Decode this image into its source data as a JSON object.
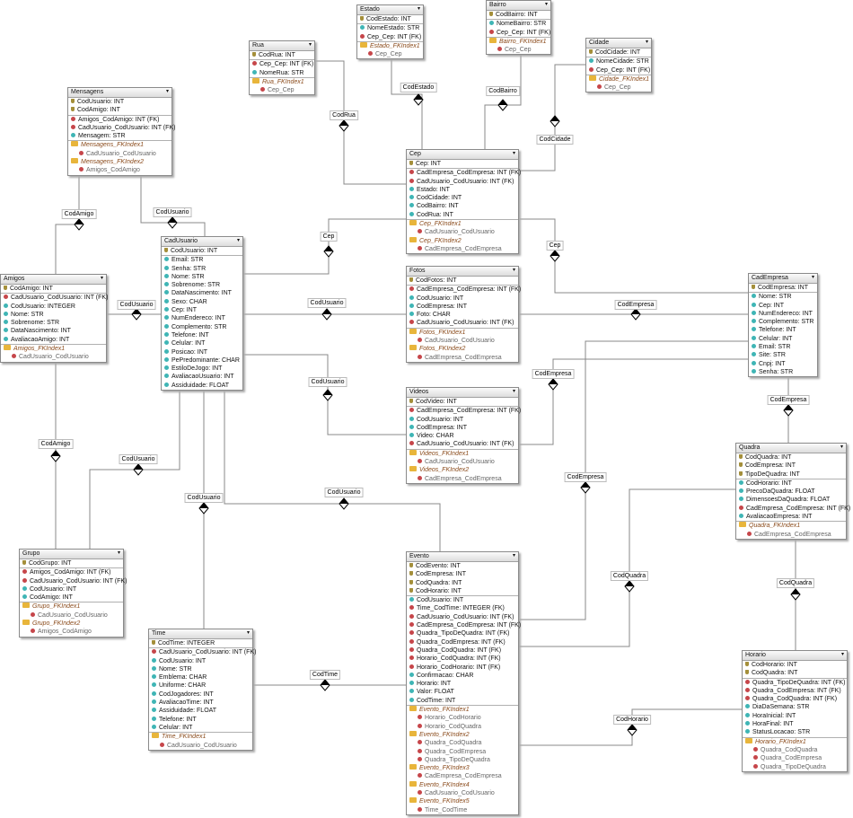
{
  "tables": [
    {
      "name": "Estado",
      "pk": [
        "CodEstado: INT"
      ],
      "attrs": [
        {
          "n": "NomeEstado: STR",
          "t": "a"
        },
        {
          "n": "Cep_Cep: INT (FK)",
          "t": "f"
        }
      ],
      "indexes": [
        {
          "name": "Estado_FKIndex1",
          "cols": [
            "Cep_Cep"
          ]
        }
      ]
    },
    {
      "name": "Bairro",
      "pk": [
        "CodBairro: INT"
      ],
      "attrs": [
        {
          "n": "NomeBairro: STR",
          "t": "a"
        },
        {
          "n": "Cep_Cep: INT (FK)",
          "t": "f"
        }
      ],
      "indexes": [
        {
          "name": "Bairro_FKIndex1",
          "cols": [
            "Cep_Cep"
          ]
        }
      ]
    },
    {
      "name": "Rua",
      "pk": [
        "CodRua: INT"
      ],
      "attrs": [
        {
          "n": "Cep_Cep: INT (FK)",
          "t": "f"
        },
        {
          "n": "NomeRua: STR",
          "t": "a"
        }
      ],
      "indexes": [
        {
          "name": "Rua_FKIndex1",
          "cols": [
            "Cep_Cep"
          ]
        }
      ]
    },
    {
      "name": "Cidade",
      "pk": [
        "CodCidade: INT"
      ],
      "attrs": [
        {
          "n": "NomeCidade: STR",
          "t": "a"
        },
        {
          "n": "Cep_Cep: INT (FK)",
          "t": "f"
        }
      ],
      "indexes": [
        {
          "name": "Cidade_FKIndex1",
          "cols": [
            "Cep_Cep"
          ]
        }
      ]
    },
    {
      "name": "Mensagens",
      "pk": [
        "CodUsuario: INT",
        "CodAmigo: INT"
      ],
      "attrs": [
        {
          "n": "Amigos_CodAmigo: INT (FK)",
          "t": "f"
        },
        {
          "n": "CadUsuario_CodUsuario: INT (FK)",
          "t": "f"
        },
        {
          "n": "Mensagem: STR",
          "t": "a"
        }
      ],
      "indexes": [
        {
          "name": "Mensagens_FKIndex1",
          "cols": [
            "CadUsuario_CodUsuario"
          ]
        },
        {
          "name": "Mensagens_FKIndex2",
          "cols": [
            "Amigos_CodAmigo"
          ]
        }
      ]
    },
    {
      "name": "Cep",
      "pk": [
        "Cep: INT"
      ],
      "attrs": [
        {
          "n": "CadEmpresa_CodEmpresa: INT (FK)",
          "t": "f"
        },
        {
          "n": "CadUsuario_CodUsuario: INT (FK)",
          "t": "f"
        },
        {
          "n": "Estado: INT",
          "t": "a"
        },
        {
          "n": "CodCidade: INT",
          "t": "a"
        },
        {
          "n": "CodBairro: INT",
          "t": "a"
        },
        {
          "n": "CodRua: INT",
          "t": "a"
        }
      ],
      "indexes": [
        {
          "name": "Cep_FKIndex1",
          "cols": [
            "CadUsuario_CodUsuario"
          ]
        },
        {
          "name": "Cep_FKIndex2",
          "cols": [
            "CadEmpresa_CodEmpresa"
          ]
        }
      ]
    },
    {
      "name": "CadUsuario",
      "pk": [
        "CodUsuario: INT"
      ],
      "attrs": [
        {
          "n": "Email: STR",
          "t": "a"
        },
        {
          "n": "Senha: STR",
          "t": "a"
        },
        {
          "n": "Nome: STR",
          "t": "a"
        },
        {
          "n": "Sobrenome: STR",
          "t": "a"
        },
        {
          "n": "DataNascimento: INT",
          "t": "a"
        },
        {
          "n": "Sexo: CHAR",
          "t": "a"
        },
        {
          "n": "Cep: INT",
          "t": "a"
        },
        {
          "n": "NumEndereco: INT",
          "t": "a"
        },
        {
          "n": "Complemento: STR",
          "t": "a"
        },
        {
          "n": "Telefone: INT",
          "t": "a"
        },
        {
          "n": "Celular: INT",
          "t": "a"
        },
        {
          "n": "Posicao: INT",
          "t": "a"
        },
        {
          "n": "PePredominante: CHAR",
          "t": "a"
        },
        {
          "n": "EstiloDeJogo: INT",
          "t": "a"
        },
        {
          "n": "AvaliacaoUsuario: INT",
          "t": "a"
        },
        {
          "n": "Assiduidade: FLOAT",
          "t": "a"
        }
      ],
      "indexes": []
    },
    {
      "name": "Amigos",
      "pk": [
        "CodAmigo: INT"
      ],
      "attrs": [
        {
          "n": "CadUsuario_CodUsuario: INT (FK)",
          "t": "f"
        },
        {
          "n": "CodUsuario: INTEGER",
          "t": "a"
        },
        {
          "n": "Nome: STR",
          "t": "a"
        },
        {
          "n": "Sobrenome: STR",
          "t": "a"
        },
        {
          "n": "DataNascimento: INT",
          "t": "a"
        },
        {
          "n": "AvaliacaoAmigo: INT",
          "t": "a"
        }
      ],
      "indexes": [
        {
          "name": "Amigos_FKIndex1",
          "cols": [
            "CadUsuario_CodUsuario"
          ]
        }
      ]
    },
    {
      "name": "Fotos",
      "pk": [
        "CodFotos: INT"
      ],
      "attrs": [
        {
          "n": "CadEmpresa_CodEmpresa: INT (FK)",
          "t": "f"
        },
        {
          "n": "CodUsuario: INT",
          "t": "a"
        },
        {
          "n": "CodEmpresa: INT",
          "t": "a"
        },
        {
          "n": "Foto: CHAR",
          "t": "a"
        },
        {
          "n": "CadUsuario_CodUsuario: INT (FK)",
          "t": "f"
        }
      ],
      "indexes": [
        {
          "name": "Fotos_FKIndex1",
          "cols": [
            "CadUsuario_CodUsuario"
          ]
        },
        {
          "name": "Fotos_FKIndex2",
          "cols": [
            "CadEmpresa_CodEmpresa"
          ]
        }
      ]
    },
    {
      "name": "Videos",
      "pk": [
        "CodVideo: INT"
      ],
      "attrs": [
        {
          "n": "CadEmpresa_CodEmpresa: INT (FK)",
          "t": "f"
        },
        {
          "n": "CodUsuario: INT",
          "t": "a"
        },
        {
          "n": "CodEmpresa: INT",
          "t": "a"
        },
        {
          "n": "Video: CHAR",
          "t": "a"
        },
        {
          "n": "CadUsuario_CodUsuario: INT (FK)",
          "t": "f"
        }
      ],
      "indexes": [
        {
          "name": "Videos_FKIndex1",
          "cols": [
            "CadUsuario_CodUsuario"
          ]
        },
        {
          "name": "Videos_FKIndex2",
          "cols": [
            "CadEmpresa_CodEmpresa"
          ]
        }
      ]
    },
    {
      "name": "CadEmpresa",
      "pk": [
        "CodEmpresa: INT"
      ],
      "attrs": [
        {
          "n": "Nome: STR",
          "t": "a"
        },
        {
          "n": "Cep: INT",
          "t": "a"
        },
        {
          "n": "NumEndereco: INT",
          "t": "a"
        },
        {
          "n": "Complemento: STR",
          "t": "a"
        },
        {
          "n": "Telefone: INT",
          "t": "a"
        },
        {
          "n": "Celular: INT",
          "t": "a"
        },
        {
          "n": "Email: STR",
          "t": "a"
        },
        {
          "n": "Site: STR",
          "t": "a"
        },
        {
          "n": "Cnpj: INT",
          "t": "a"
        },
        {
          "n": "Senha: STR",
          "t": "a"
        }
      ],
      "indexes": []
    },
    {
      "name": "Quadra",
      "pk": [
        "CodQuadra: INT",
        "CodEmpresa: INT",
        "TipoDeQuadra: INT"
      ],
      "attrs": [
        {
          "n": "CodHorario: INT",
          "t": "a"
        },
        {
          "n": "PrecoDaQuadra: FLOAT",
          "t": "a"
        },
        {
          "n": "DimensoesDaQuadra: FLOAT",
          "t": "a"
        },
        {
          "n": "CadEmpresa_CodEmpresa: INT (FK)",
          "t": "f"
        },
        {
          "n": "AvaliacaoEmpresa: INT",
          "t": "a"
        }
      ],
      "indexes": [
        {
          "name": "Quadra_FKIndex1",
          "cols": [
            "CadEmpresa_CodEmpresa"
          ]
        }
      ]
    },
    {
      "name": "Grupo",
      "pk": [
        "CodGrupo: INT"
      ],
      "attrs": [
        {
          "n": "Amigos_CodAmigo: INT (FK)",
          "t": "f"
        },
        {
          "n": "CadUsuario_CodUsuario: INT (FK)",
          "t": "f"
        },
        {
          "n": "CodUsuario: INT",
          "t": "a"
        },
        {
          "n": "CodAmigo: INT",
          "t": "a"
        }
      ],
      "indexes": [
        {
          "name": "Grupo_FKIndex1",
          "cols": [
            "CadUsuario_CodUsuario"
          ]
        },
        {
          "name": "Grupo_FKIndex2",
          "cols": [
            "Amigos_CodAmigo"
          ]
        }
      ]
    },
    {
      "name": "Time",
      "pk": [
        "CodTime: INTEGER"
      ],
      "attrs": [
        {
          "n": "CadUsuario_CodUsuario: INT (FK)",
          "t": "f"
        },
        {
          "n": "CodUsuario: INT",
          "t": "a"
        },
        {
          "n": "Nome: STR",
          "t": "a"
        },
        {
          "n": "Emblema: CHAR",
          "t": "a"
        },
        {
          "n": "Uniforme: CHAR",
          "t": "a"
        },
        {
          "n": "CodJogadores: INT",
          "t": "a"
        },
        {
          "n": "AvaliacaoTime: INT",
          "t": "a"
        },
        {
          "n": "Assiduidade: FLOAT",
          "t": "a"
        },
        {
          "n": "Telefone: INT",
          "t": "a"
        },
        {
          "n": "Celular: INT",
          "t": "a"
        }
      ],
      "indexes": [
        {
          "name": "Time_FKIndex1",
          "cols": [
            "CadUsuario_CodUsuario"
          ]
        }
      ]
    },
    {
      "name": "Evento",
      "pk": [
        "CodEvento: INT",
        "CodEmpresa: INT",
        "CodQuadra: INT",
        "CodHorario: INT"
      ],
      "attrs": [
        {
          "n": "CodUsuario: INT",
          "t": "a"
        },
        {
          "n": "Time_CodTime: INTEGER (FK)",
          "t": "f"
        },
        {
          "n": "CadUsuario_CodUsuario: INT (FK)",
          "t": "f"
        },
        {
          "n": "CadEmpresa_CodEmpresa: INT (FK)",
          "t": "f"
        },
        {
          "n": "Quadra_TipoDeQuadra: INT (FK)",
          "t": "f"
        },
        {
          "n": "Quadra_CodEmpresa: INT (FK)",
          "t": "f"
        },
        {
          "n": "Quadra_CodQuadra: INT (FK)",
          "t": "f"
        },
        {
          "n": "Horario_CodQuadra: INT (FK)",
          "t": "f"
        },
        {
          "n": "Horario_CodHorario: INT (FK)",
          "t": "f"
        },
        {
          "n": "Confirmacao: CHAR",
          "t": "a"
        },
        {
          "n": "Horario: INT",
          "t": "a"
        },
        {
          "n": "Valor: FLOAT",
          "t": "a"
        },
        {
          "n": "CodTime: INT",
          "t": "a"
        }
      ],
      "indexes": [
        {
          "name": "Evento_FKIndex1",
          "cols": [
            "Horario_CodHorario",
            "Horario_CodQuadra"
          ]
        },
        {
          "name": "Evento_FKIndex2",
          "cols": [
            "Quadra_CodQuadra",
            "Quadra_CodEmpresa",
            "Quadra_TipoDeQuadra"
          ]
        },
        {
          "name": "Evento_FKIndex3",
          "cols": [
            "CadEmpresa_CodEmpresa"
          ]
        },
        {
          "name": "Evento_FKIndex4",
          "cols": [
            "CadUsuario_CodUsuario"
          ]
        },
        {
          "name": "Evento_FKIndex5",
          "cols": [
            "Time_CodTime"
          ]
        }
      ]
    },
    {
      "name": "Horario",
      "pk": [
        "CodHorario: INT",
        "CodQuadra: INT"
      ],
      "attrs": [
        {
          "n": "Quadra_TipoDeQuadra: INT (FK)",
          "t": "f"
        },
        {
          "n": "Quadra_CodEmpresa: INT (FK)",
          "t": "f"
        },
        {
          "n": "Quadra_CodQuadra: INT (FK)",
          "t": "f"
        },
        {
          "n": "DiaDaSemana: STR",
          "t": "a"
        },
        {
          "n": "HoraInicial: INT",
          "t": "a"
        },
        {
          "n": "HoraFinal: INT",
          "t": "a"
        },
        {
          "n": "StatusLocacao: STR",
          "t": "a"
        }
      ],
      "indexes": [
        {
          "name": "Horario_FKIndex1",
          "cols": [
            "Quadra_CodQuadra",
            "Quadra_CodEmpresa",
            "Quadra_TipoDeQuadra"
          ]
        }
      ]
    }
  ],
  "relationships": [
    {
      "label": "CodEstado"
    },
    {
      "label": "CodBairro"
    },
    {
      "label": "CodRua"
    },
    {
      "label": "CodCidade"
    },
    {
      "label": "Cep"
    },
    {
      "label": "Cep"
    },
    {
      "label": "CodAmigo"
    },
    {
      "label": "CodUsuario"
    },
    {
      "label": "CodUsuario"
    },
    {
      "label": "CodUsuario"
    },
    {
      "label": "CodUsuario"
    },
    {
      "label": "CodEmpresa"
    },
    {
      "label": "CodEmpresa"
    },
    {
      "label": "CodEmpresa"
    },
    {
      "label": "CodAmigo"
    },
    {
      "label": "CodUsuario"
    },
    {
      "label": "CodUsuario"
    },
    {
      "label": "CodUsuario"
    },
    {
      "label": "CodTime"
    },
    {
      "label": "CodEmpresa"
    },
    {
      "label": "CodQuadra"
    },
    {
      "label": "CodQuadra"
    },
    {
      "label": "CodHorario"
    }
  ],
  "colors": {
    "pk": "#a48f3a",
    "fk": "#c6464a",
    "attr": "#3fb5b5",
    "index": "#e8b53b"
  }
}
